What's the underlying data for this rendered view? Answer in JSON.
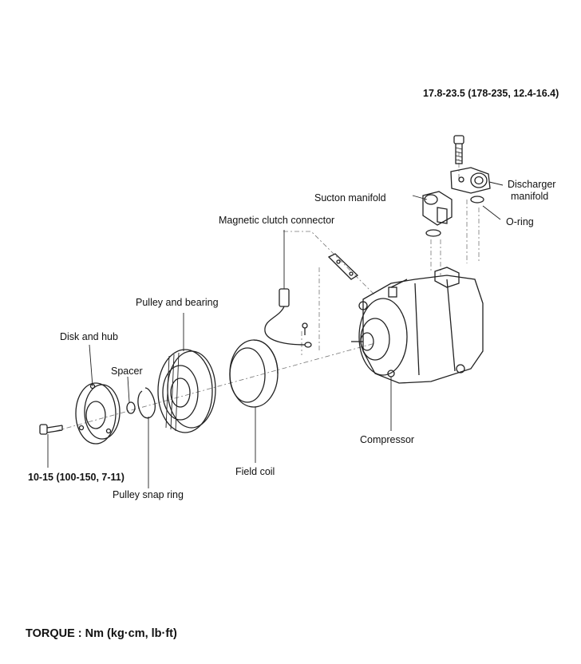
{
  "labels": {
    "discharge_torque": "17.8-23.5  (178-235,  12.4-16.4)",
    "discharger_manifold_line1": "Discharger",
    "discharger_manifold_line2": "manifold",
    "suction_manifold": "Sucton manifold",
    "o_ring": "O-ring",
    "magnetic_clutch_connector": "Magnetic clutch connector",
    "pulley_and_bearing": "Pulley and bearing",
    "disk_and_hub": "Disk and hub",
    "spacer": "Spacer",
    "compressor": "Compressor",
    "bolt_torque": "10-15  (100-150,  7-11)",
    "field_coil": "Field coil",
    "pulley_snap_ring": "Pulley snap ring"
  },
  "footer": {
    "torque_units": "TORQUE  :  Nm  (kg·cm,  lb·ft)"
  }
}
